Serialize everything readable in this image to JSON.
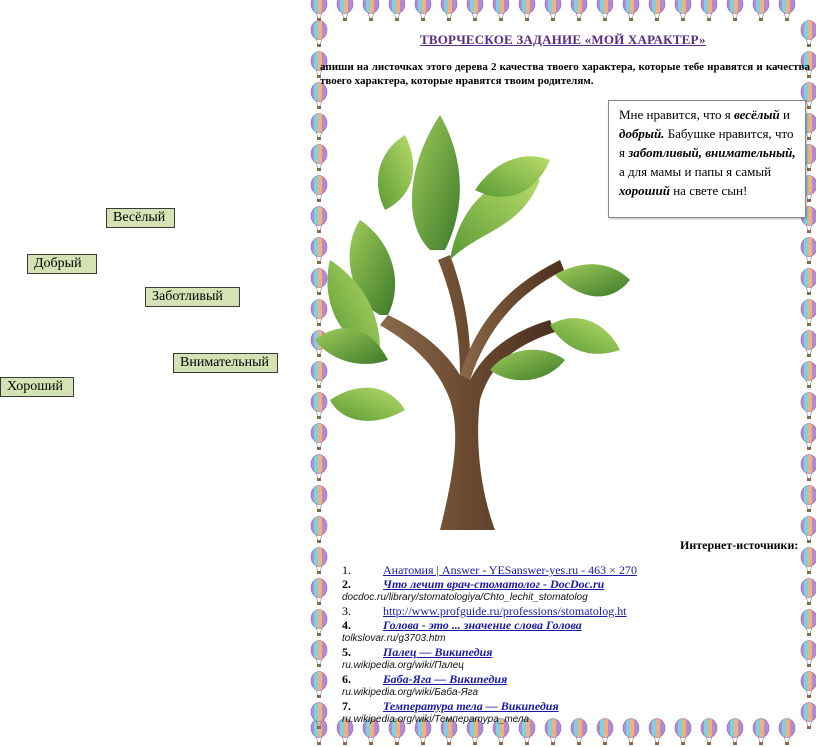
{
  "labels": [
    "Весёлый",
    "Добрый",
    "Заботливый",
    "Внимательный",
    "Хороший"
  ],
  "title": "ТВОРЧЕСКОЕ ЗАДАНИЕ «МОЙ ХАРАКТЕР»",
  "instructions": "апиши на листочках этого дерева 2 качества твоего характера, которые тебе нравятся и качества твоего характера, которые нравятся твоим родителям.",
  "speech": {
    "p1": "Мне нравится, что я",
    "q1": "весёлый",
    "p2": "и",
    "q2": "добрый.",
    "p3": "Бабушке нравится, что я",
    "q3": "заботливый,",
    "q4": "внимательный,",
    "p4": "а для мамы и папы я самый",
    "q5": "хороший",
    "p5": "на свете сын!"
  },
  "sources_title": "Интернет-источники:",
  "sources": [
    {
      "num": "1.",
      "text": "Анатомия | Answer - YES",
      "extra": " answer-yes.ru - 463 × 270",
      "sub": ""
    },
    {
      "num": "2.",
      "text": "Что лечит врач-стоматолог - DocDoc.ru",
      "extra": "",
      "sub": "docdoc.ru/library/stomatologiya/Chto_lechit_stomatolog"
    },
    {
      "num": "3.",
      "text": "http://www.profguide.ru/professions/stomatolog.ht",
      "extra": "",
      "sub": ""
    },
    {
      "num": "4.",
      "text": "Голова - это ... значение слова Голова",
      "extra": "",
      "sub": "tolkslovar.ru/g3703.htm"
    },
    {
      "num": "5.",
      "text": "Палец — Википедия",
      "extra": "",
      "sub": "ru.wikipedia.org/wiki/Палец"
    },
    {
      "num": "6.",
      "text": "Баба-Яга — Википедия",
      "extra": "",
      "sub": "ru.wikipedia.org/wiki/Баба-Яга"
    },
    {
      "num": "7.",
      "text": "Температура тела — Википедия",
      "extra": "",
      "sub": "ru.wikipedia.org/wiki/Температура_тела"
    }
  ],
  "colors": {
    "label_bg": "#d4e2b4",
    "title": "#5a2a80",
    "link": "#1a1aa6",
    "leaf": "#6a9a3a",
    "trunk": "#6b4a30"
  },
  "icons": [
    "balloon-icon",
    "tree-illustration"
  ]
}
